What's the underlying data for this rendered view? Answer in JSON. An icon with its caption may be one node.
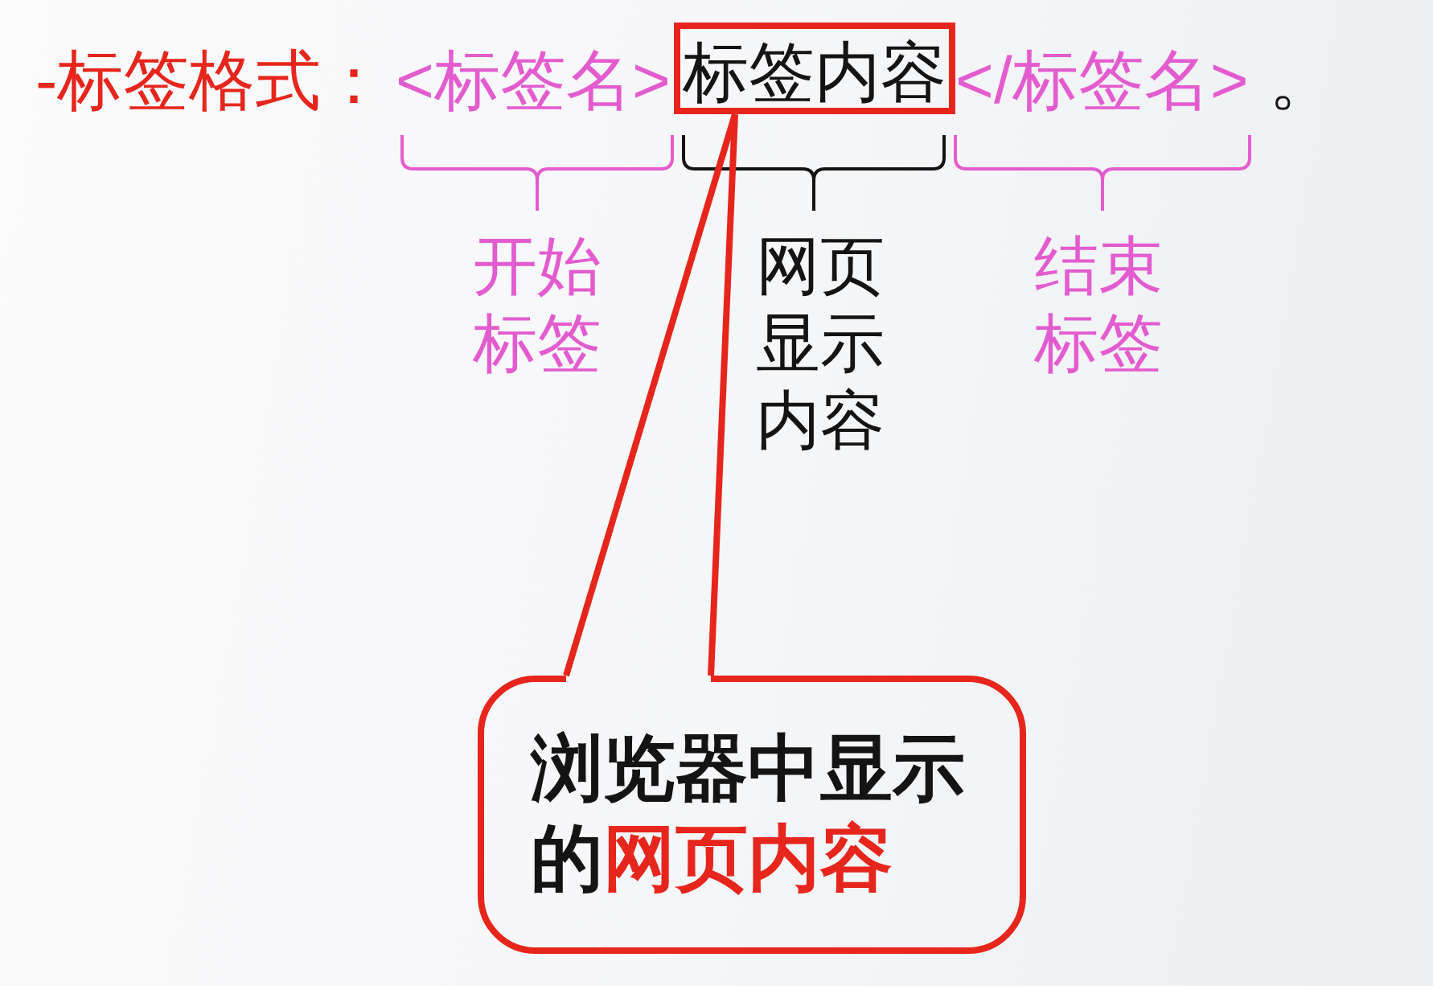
{
  "diagram": {
    "nodes": [
      {
        "text": [
          "标签内容"
        ]
      },
      {
        "text": [
          "浏览器中显示的**网页内容**"
        ]
      }
    ],
    "edges": [
      {
        "from": 1,
        "to": 0,
        "arrow": "none"
      }
    ],
    "labels": [
      "-标签格式：",
      "<标签名>",
      "</标签名>",
      "。",
      "开始标签",
      "网页显示内容",
      "结束标签"
    ]
  }
}
